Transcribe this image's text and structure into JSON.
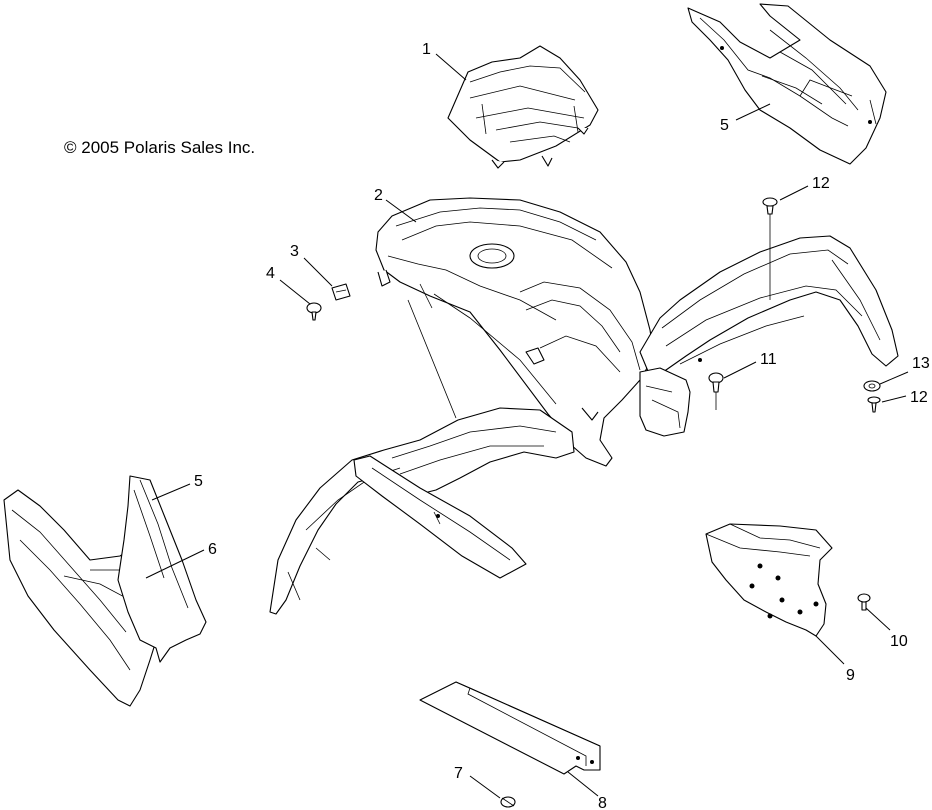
{
  "copyright": "© 2005 Polaris Sales Inc.",
  "callouts": [
    {
      "id": "c1",
      "label": "1"
    },
    {
      "id": "c2",
      "label": "2"
    },
    {
      "id": "c3",
      "label": "3"
    },
    {
      "id": "c4",
      "label": "4"
    },
    {
      "id": "c5a",
      "label": "5"
    },
    {
      "id": "c5b",
      "label": "5"
    },
    {
      "id": "c6",
      "label": "6"
    },
    {
      "id": "c7",
      "label": "7"
    },
    {
      "id": "c8",
      "label": "8"
    },
    {
      "id": "c9",
      "label": "9"
    },
    {
      "id": "c10",
      "label": "10"
    },
    {
      "id": "c11",
      "label": "11"
    },
    {
      "id": "c12a",
      "label": "12"
    },
    {
      "id": "c12b",
      "label": "12"
    },
    {
      "id": "c13",
      "label": "13"
    }
  ]
}
